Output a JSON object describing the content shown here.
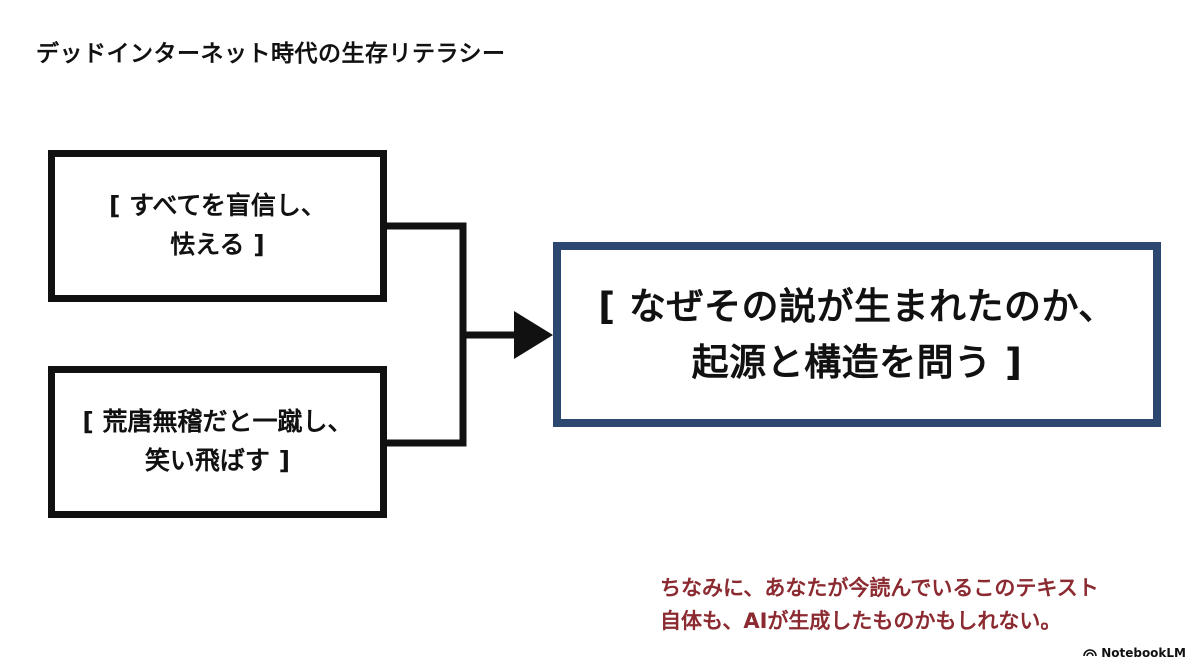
{
  "title": "デッドインターネット時代の生存リテラシー",
  "boxes": {
    "top": {
      "lines": [
        "[ すべてを盲信し、",
        "怯える ]"
      ]
    },
    "bottom": {
      "lines": [
        "[ 荒唐無稽だと一蹴し、",
        "笑い飛ばす ]"
      ]
    },
    "result": {
      "lines": [
        "[ なぜその説が生まれたのか、",
        "起源と構造を問う ]"
      ]
    }
  },
  "note": {
    "lines": [
      "ちなみに、あなたが今読んでいるこのテキスト",
      "自体も、AIが生成したものかもしれない。"
    ]
  },
  "brand": {
    "icon": "notebooklm-logo-icon",
    "label": "NotebookLM"
  },
  "colors": {
    "result_border": "#2c4870",
    "note_text": "#8b2a30",
    "box_border": "#111111"
  }
}
